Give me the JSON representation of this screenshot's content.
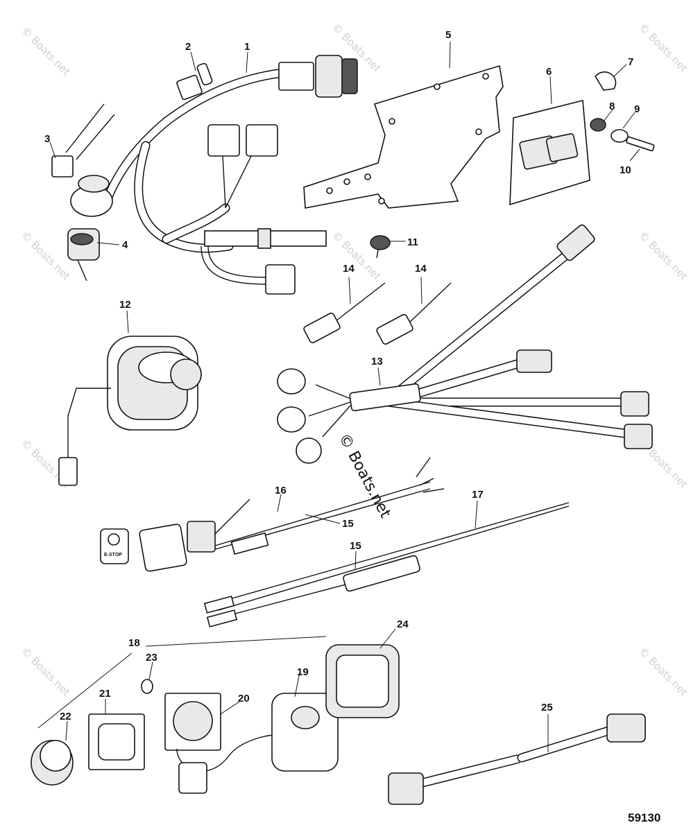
{
  "diagram": {
    "figure_number": "59130",
    "watermark": "© Boats.net",
    "callouts": [
      "1",
      "2",
      "3",
      "4",
      "5",
      "6",
      "7",
      "8",
      "9",
      "10",
      "11",
      "12",
      "13",
      "14",
      "14",
      "15",
      "15",
      "16",
      "17",
      "18",
      "19",
      "20",
      "21",
      "22",
      "23",
      "24",
      "25"
    ],
    "stop_switch_label": "E-STOP"
  }
}
